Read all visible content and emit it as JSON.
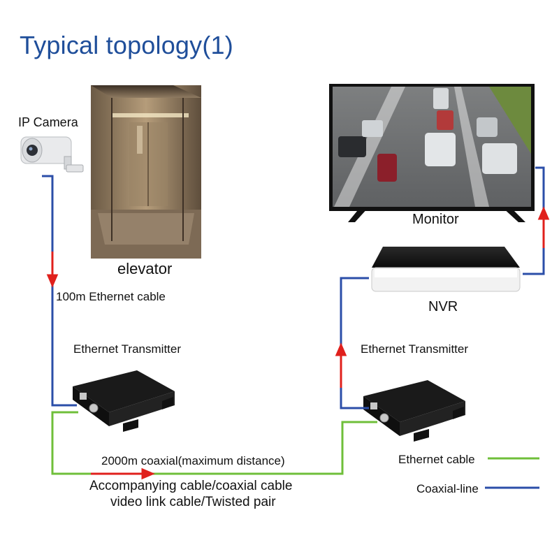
{
  "title": "Typical topology(1)",
  "labels": {
    "ip_camera": "IP Camera",
    "elevator": "elevator",
    "ethernet_cable_100m": "100m Ethernet cable",
    "transmitter_left": "Ethernet Transmitter",
    "transmitter_right": "Ethernet Transmitter",
    "monitor": "Monitor",
    "nvr": "NVR",
    "coaxial_2000m": "2000m coaxial(maximum distance)",
    "accompanying_line1": "Accompanying cable/coaxial cable",
    "accompanying_line2": "video link cable/Twisted pair"
  },
  "legend": [
    {
      "label": "Ethernet cable",
      "color": "#6fbf3a"
    },
    {
      "label": "Coaxial-line",
      "color": "#2b4ea8"
    }
  ],
  "colors": {
    "title": "#1f4e9a",
    "blue_line": "#2b4ea8",
    "green_line": "#6fbf3a",
    "arrow": "#e0201c"
  },
  "icons": [
    "ip-camera-icon",
    "elevator-image",
    "transmitter-device-icon",
    "monitor-icon",
    "nvr-device-icon"
  ]
}
